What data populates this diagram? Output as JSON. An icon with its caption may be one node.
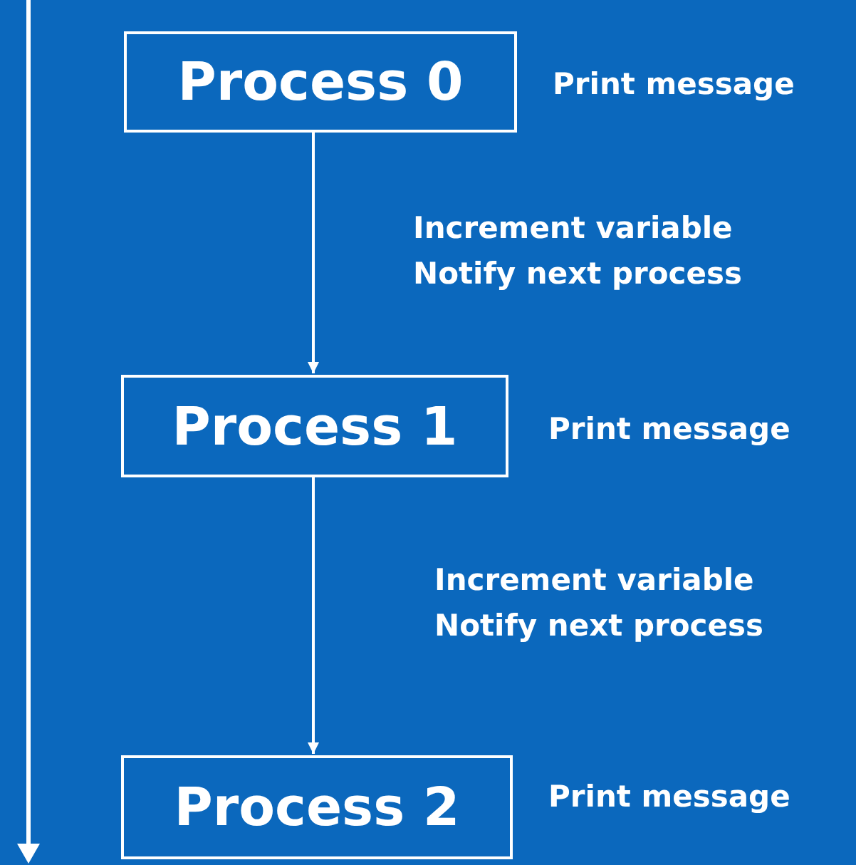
{
  "diagram": {
    "nodes": [
      {
        "text": [
          "Process 0"
        ],
        "beside": [
          "Print message"
        ]
      },
      {
        "text": [
          "Process 1"
        ],
        "beside": [
          "Print message"
        ]
      },
      {
        "text": [
          "Process 2"
        ],
        "beside": [
          "Print message"
        ]
      }
    ],
    "edges": [
      {
        "from": 0,
        "to": 1,
        "arrow": "to",
        "label": "Increment variable Notify next process"
      },
      {
        "from": 1,
        "to": 2,
        "arrow": "to",
        "label": "Increment variable Notify next process"
      }
    ]
  }
}
